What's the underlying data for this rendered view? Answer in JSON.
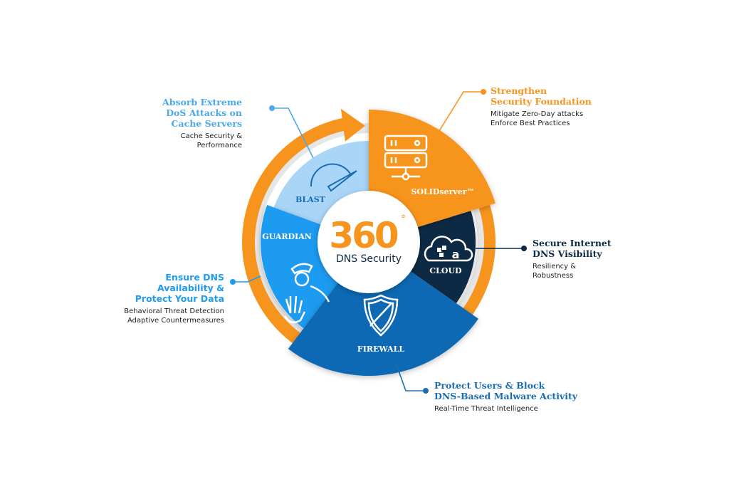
{
  "center": {
    "number": "360",
    "degree": "°",
    "subtitle": "DNS Security"
  },
  "segments": {
    "solidserver": "SOLIDserver™",
    "cloud": "CLOUD",
    "firewall": "FIREWALL",
    "guardian": "GUARDIAN",
    "blast": "BLAST"
  },
  "callouts": {
    "blast": {
      "title": "Absorb Extreme\nDoS Attacks on\nCache Servers",
      "subtitle": "Cache Security &\nPerformance"
    },
    "solidserver": {
      "title": "Strengthen\nSecurity Foundation",
      "subtitle": "Mitigate Zero-Day attacks\nEnforce Best Practices"
    },
    "cloud": {
      "title": "Secure Internet\nDNS Visibility",
      "subtitle": "Resiliency &\nRobustness"
    },
    "guardian": {
      "title": "Ensure DNS\nAvailability &\nProtect Your Data",
      "subtitle": "Behavioral Threat Detection\nAdaptive Countermeasures"
    },
    "firewall": {
      "title": "Protect Users & Block\nDNS-Based Malware Activity",
      "subtitle": "Real-Time Threat Intelligence"
    }
  },
  "colors": {
    "orange": "#f7941d",
    "blast": "#a9d5f7",
    "guardian": "#1f9bf0",
    "firewall": "#0b69b3",
    "cloud": "#0e2a45",
    "blast_text": "#4aa9ec",
    "firewall_text": "#1a6db3"
  }
}
